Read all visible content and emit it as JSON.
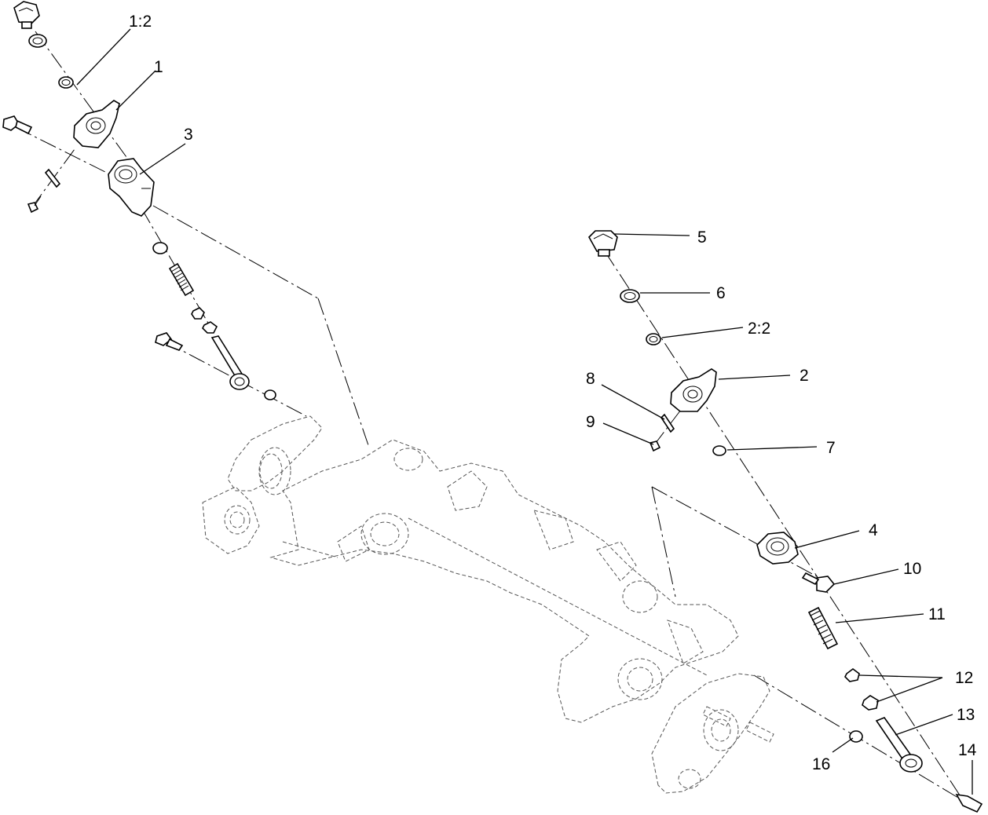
{
  "callouts": {
    "c1_2": "1:2",
    "c1": "1",
    "c3": "3",
    "c5": "5",
    "c6": "6",
    "c2_2": "2:2",
    "c2": "2",
    "c8": "8",
    "c9": "9",
    "c7": "7",
    "c4": "4",
    "c10": "10",
    "c11": "11",
    "c12": "12",
    "c13": "13",
    "c14": "14",
    "c16": "16"
  }
}
